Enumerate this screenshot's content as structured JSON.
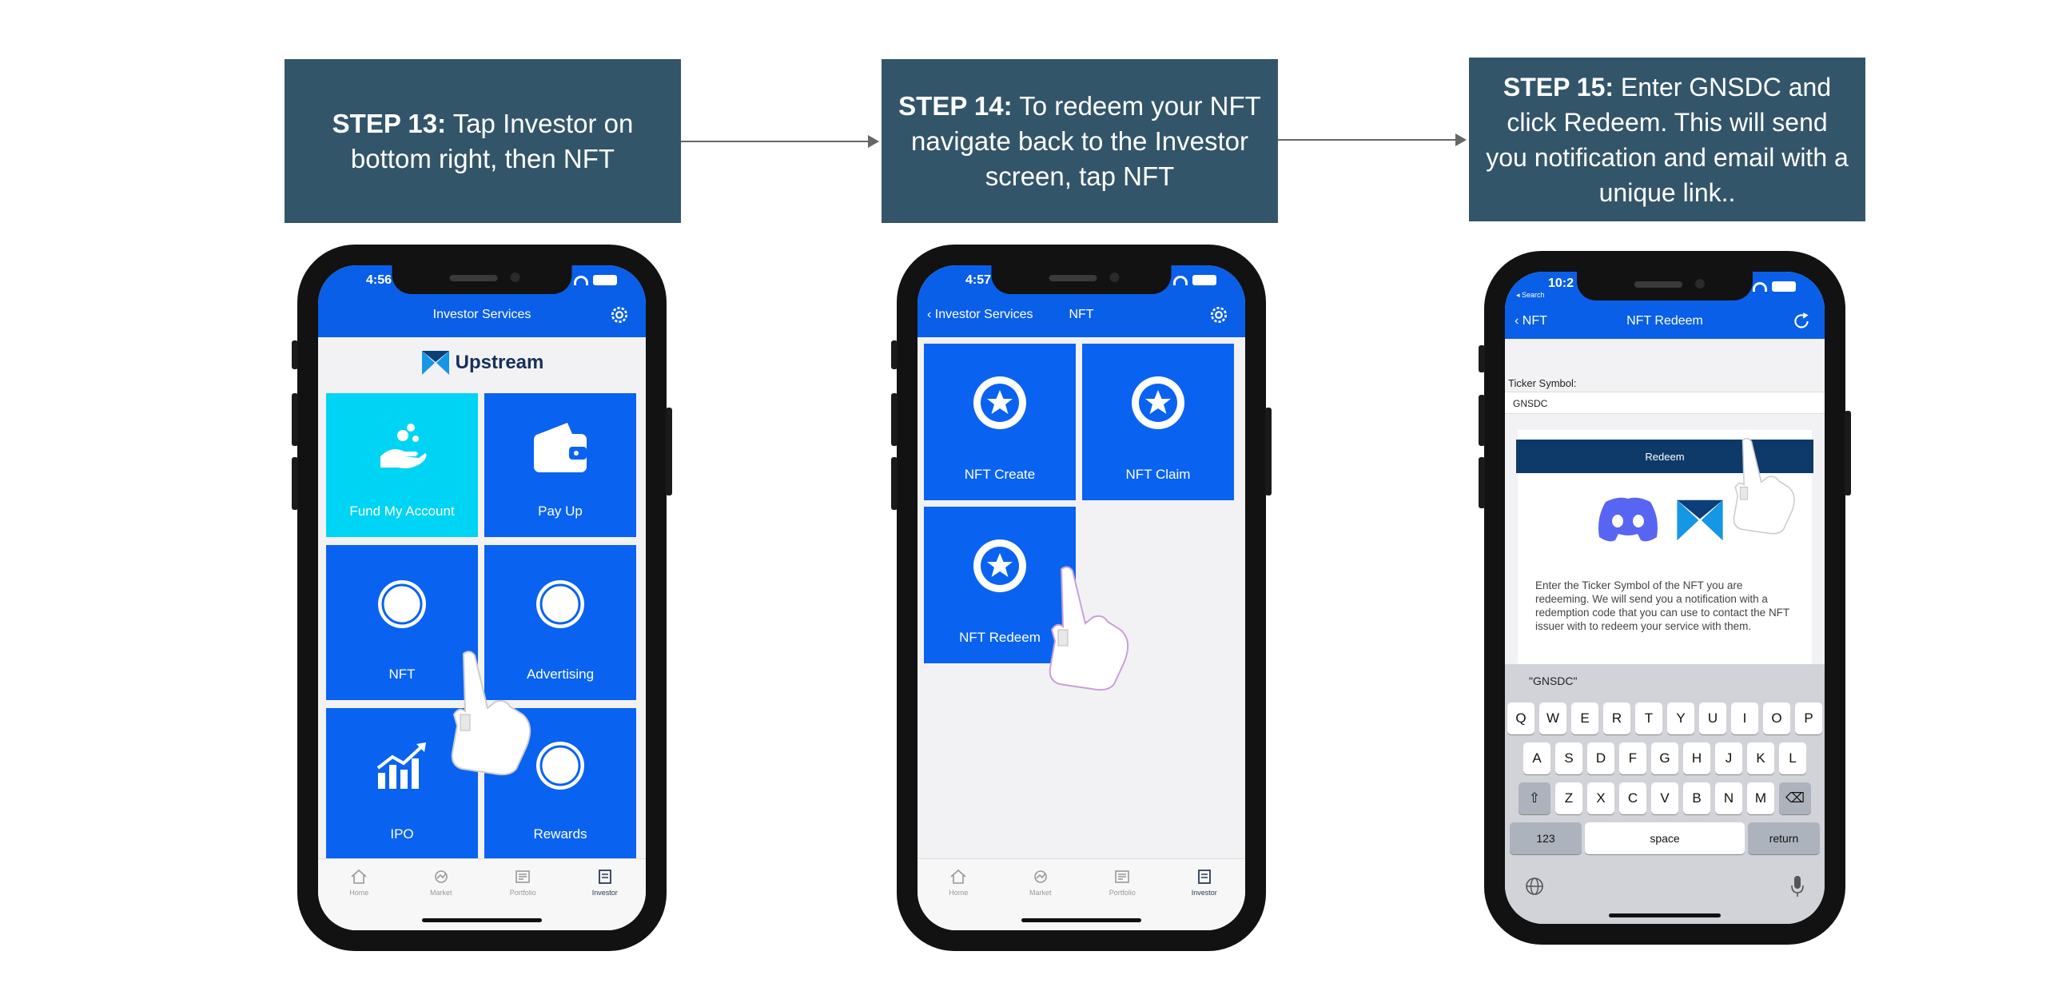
{
  "steps": [
    {
      "label": "STEP 13:",
      "text": "Tap Investor on bottom right, then NFT"
    },
    {
      "label": "STEP 14:",
      "text": "To redeem your NFT navigate back to the Investor screen, tap NFT"
    },
    {
      "label": "STEP 15:",
      "text": "Enter GNSDC and click Redeem. This will send you notification and email with a unique link.."
    }
  ],
  "phone1": {
    "time": "4:56",
    "title": "Investor Services",
    "brand": "Upstream",
    "tiles": [
      "Fund My Account",
      "Pay Up",
      "NFT",
      "Advertising",
      "IPO",
      "Rewards"
    ]
  },
  "phone2": {
    "time": "4:57",
    "back": "Investor Services",
    "title": "NFT",
    "tiles": [
      "NFT Create",
      "NFT Claim",
      "NFT Redeem"
    ]
  },
  "tabs": [
    "Home",
    "Market",
    "Portfolio",
    "Investor"
  ],
  "phone3": {
    "time": "10:2",
    "carrier": "◂ Search",
    "back": "NFT",
    "title": "NFT Redeem",
    "ticker_label": "Ticker Symbol:",
    "ticker_value": "GNSDC",
    "redeem_label": "Redeem",
    "description": "Enter the Ticker Symbol of the NFT you are redeeming. We will send you a notification with a redemption code that you can use to contact the NFT issuer with to redeem your service with them.",
    "suggestion": "\"GNSDC\"",
    "keys_row1": [
      "Q",
      "W",
      "E",
      "R",
      "T",
      "Y",
      "U",
      "I",
      "O",
      "P"
    ],
    "keys_row2": [
      "A",
      "S",
      "D",
      "F",
      "G",
      "H",
      "J",
      "K",
      "L"
    ],
    "keys_row3": [
      "Z",
      "X",
      "C",
      "V",
      "B",
      "N",
      "M"
    ],
    "key_123": "123",
    "key_space": "space",
    "key_return": "return"
  },
  "colors": {
    "step_box": "#33556a",
    "tile_blue": "#0a63f0",
    "tile_cyan": "#00d4f5",
    "navbar": "#0a5fe8",
    "redeem_button": "#0e3a6a"
  }
}
